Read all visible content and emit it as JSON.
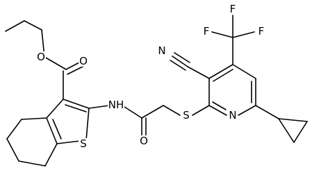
{
  "structure": {
    "atoms": [
      {
        "id": "O_ether",
        "symbol": "O"
      },
      {
        "id": "O_carbonyl1",
        "symbol": "O"
      },
      {
        "id": "N_amide",
        "symbol": "NH"
      },
      {
        "id": "S_thiophene",
        "symbol": "S"
      },
      {
        "id": "O_carbonyl2",
        "symbol": "O"
      },
      {
        "id": "S_thioether",
        "symbol": "S"
      },
      {
        "id": "N_pyridine",
        "symbol": "N"
      },
      {
        "id": "N_nitrile",
        "symbol": "N"
      },
      {
        "id": "F_1",
        "symbol": "F"
      },
      {
        "id": "F_2",
        "symbol": "F"
      },
      {
        "id": "F_3",
        "symbol": "F"
      }
    ]
  },
  "colors": {
    "bond": "#000000",
    "label": "#000000",
    "background": "#ffffff"
  }
}
